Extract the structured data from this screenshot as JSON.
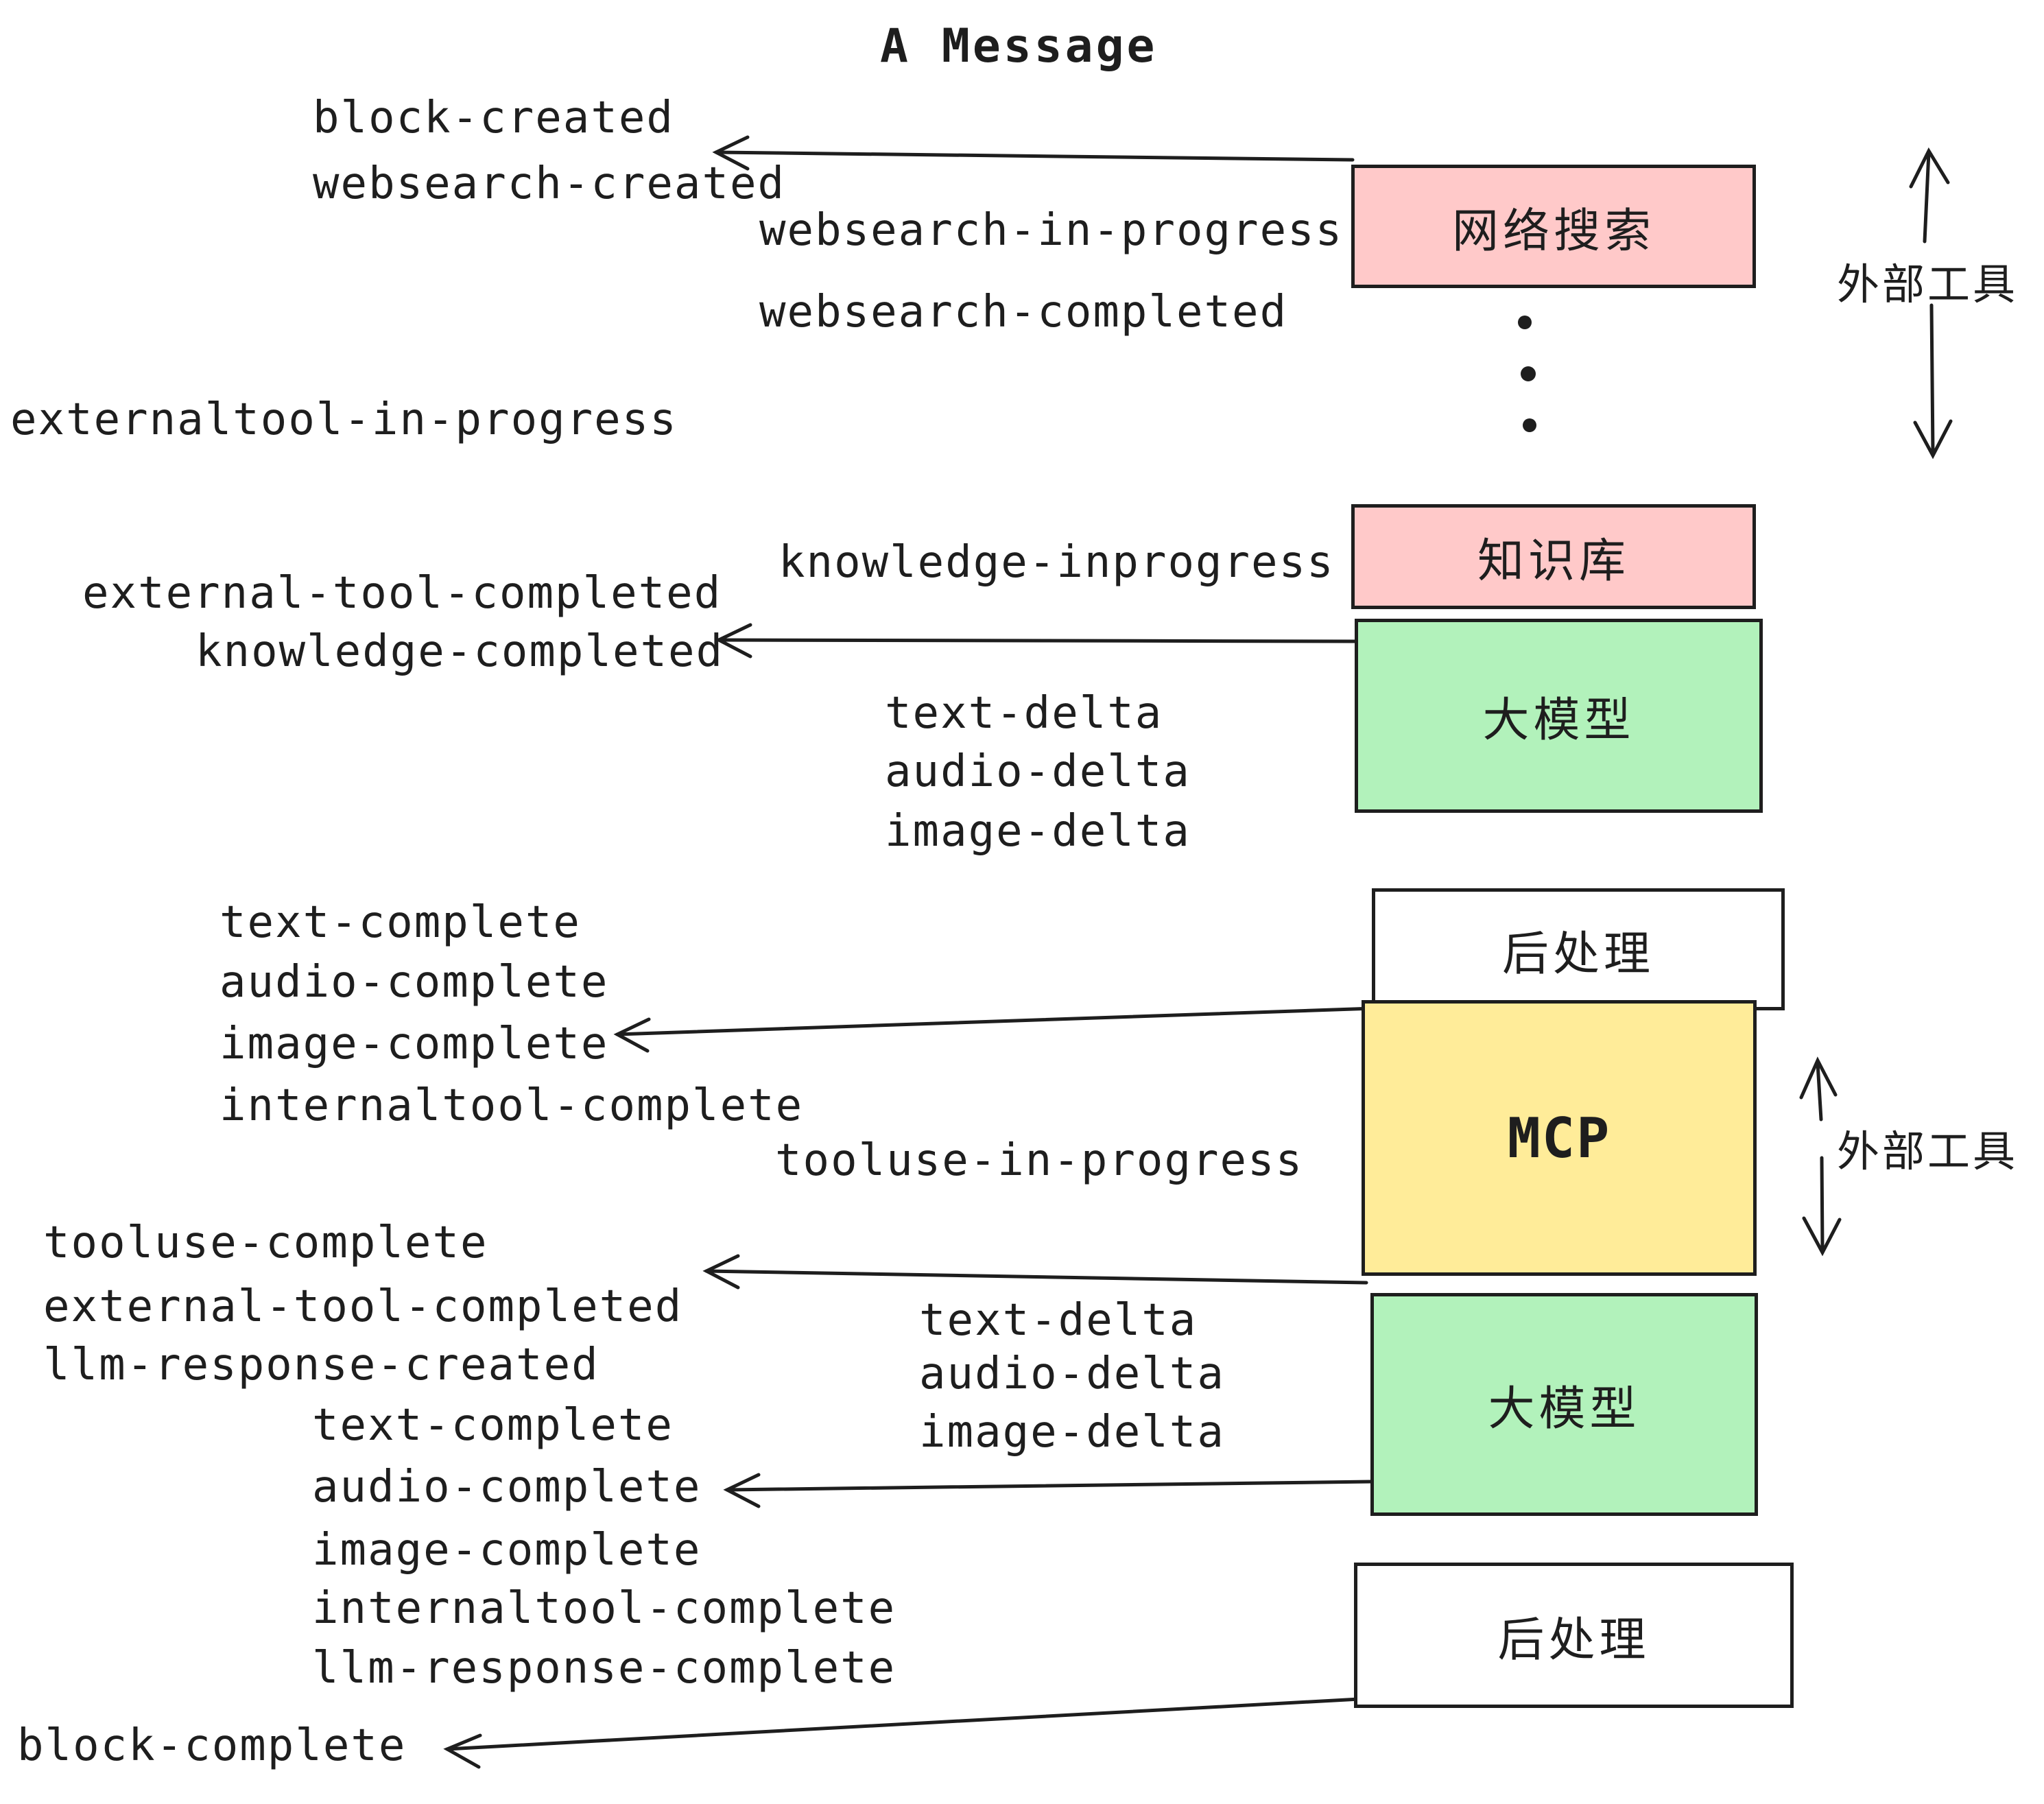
{
  "title": "A Message",
  "colors": {
    "pink": "#ffc9c9",
    "green": "#b2f2bb",
    "yellow": "#ffec99",
    "white": "#ffffff",
    "ink": "#1e1e1e"
  },
  "boxes": [
    {
      "id": "websearch",
      "label": "网络搜索",
      "color": "#ffc9c9"
    },
    {
      "id": "knowledge",
      "label": "知识库",
      "color": "#ffc9c9"
    },
    {
      "id": "llm-top",
      "label": "大模型",
      "color": "#b2f2bb"
    },
    {
      "id": "postprocess-top",
      "label": "后处理",
      "color": "#ffffff"
    },
    {
      "id": "mcp",
      "label": "MCP",
      "color": "#ffec99"
    },
    {
      "id": "llm-bottom",
      "label": "大模型",
      "color": "#b2f2bb"
    },
    {
      "id": "postprocess-bottom",
      "label": "后处理",
      "color": "#ffffff"
    }
  ],
  "side_labels": [
    {
      "text": "外部工具"
    },
    {
      "text": "外部工具"
    }
  ],
  "events": [
    {
      "text": "block-created"
    },
    {
      "text": "websearch-created"
    },
    {
      "text": "websearch-in-progress"
    },
    {
      "text": "websearch-completed"
    },
    {
      "text": "externaltool-in-progress"
    },
    {
      "text": "knowledge-inprogress"
    },
    {
      "text": "external-tool-completed"
    },
    {
      "text": "knowledge-completed"
    },
    {
      "text": "text-delta"
    },
    {
      "text": "audio-delta"
    },
    {
      "text": "image-delta"
    },
    {
      "text": "text-complete"
    },
    {
      "text": "audio-complete"
    },
    {
      "text": "image-complete"
    },
    {
      "text": "internaltool-complete"
    },
    {
      "text": "tooluse-in-progress"
    },
    {
      "text": "tooluse-complete"
    },
    {
      "text": "external-tool-completed"
    },
    {
      "text": "llm-response-created"
    },
    {
      "text": "text-complete"
    },
    {
      "text": "audio-complete"
    },
    {
      "text": "image-complete"
    },
    {
      "text": "internaltool-complete"
    },
    {
      "text": "llm-response-complete"
    },
    {
      "text": "text-delta"
    },
    {
      "text": "audio-delta"
    },
    {
      "text": "image-delta"
    },
    {
      "text": "block-complete"
    }
  ]
}
